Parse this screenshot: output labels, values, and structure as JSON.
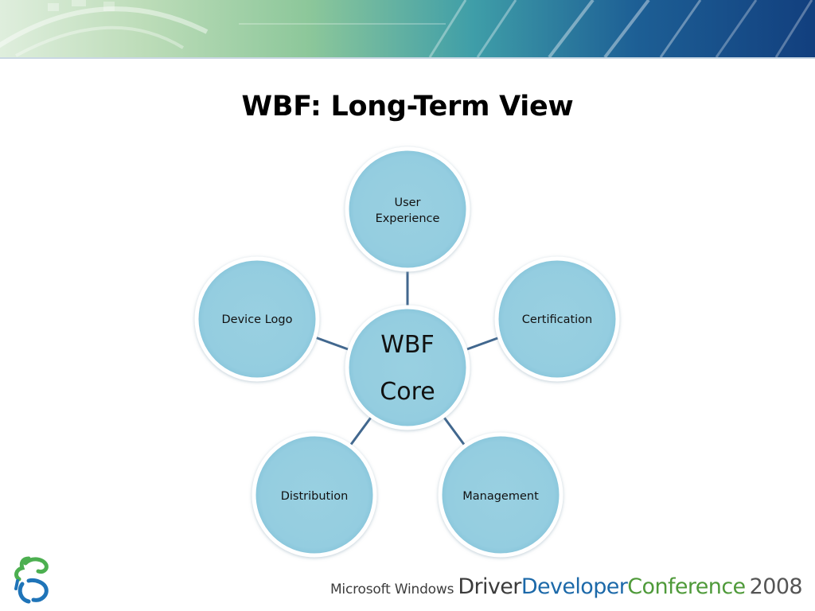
{
  "slide": {
    "title": "WBF: Long-Term View"
  },
  "diagram": {
    "center": {
      "line1": "WBF",
      "line2": "Core"
    },
    "nodes": [
      {
        "id": "user-experience",
        "lines": [
          "User",
          "Experience"
        ]
      },
      {
        "id": "certification",
        "lines": [
          "Certification"
        ]
      },
      {
        "id": "management",
        "lines": [
          "Management"
        ]
      },
      {
        "id": "distribution",
        "lines": [
          "Distribution"
        ]
      },
      {
        "id": "device-logo",
        "lines": [
          "Device Logo"
        ]
      }
    ],
    "colors": {
      "bubble": "#97cfe0",
      "connector": "#41678e"
    }
  },
  "footer": {
    "logo_icon": "conference-figure-logo-icon",
    "microsoft_windows": "Microsoft Windows",
    "driver": "Driver",
    "developer": "Developer",
    "conference": "Conference",
    "year": "2008"
  }
}
